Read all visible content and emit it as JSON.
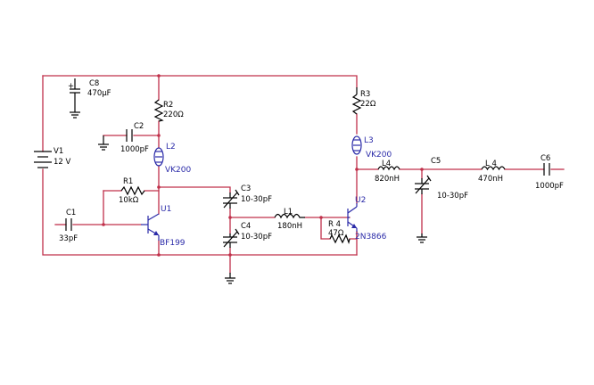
{
  "components": {
    "v1": {
      "ref": "V1",
      "value": "12 V"
    },
    "c8": {
      "ref": "C8",
      "value": "470µF"
    },
    "r2": {
      "ref": "R2",
      "value": "220Ω"
    },
    "c2": {
      "ref": "C2",
      "value": "1000pF"
    },
    "l2": {
      "ref": "L2",
      "value": "VK200"
    },
    "r1": {
      "ref": "R1",
      "value": "10kΩ"
    },
    "c1": {
      "ref": "C1",
      "value": "33pF"
    },
    "u1": {
      "ref": "U1",
      "value": "BF199"
    },
    "c3": {
      "ref": "C3",
      "value": "10-30pF"
    },
    "c4": {
      "ref": "C4",
      "value": "10-30pF"
    },
    "l1": {
      "ref": "L1",
      "value": "180nH"
    },
    "r4": {
      "ref": "R 4",
      "value": "47Ω"
    },
    "r3": {
      "ref": "R3",
      "value": "22Ω"
    },
    "l3": {
      "ref": "L3",
      "value": "VK200"
    },
    "u2": {
      "ref": "U2",
      "value": "2N3866"
    },
    "l4a": {
      "ref": "L4",
      "value": "820nH"
    },
    "c5": {
      "ref": "C5",
      "value": "10-30pF"
    },
    "l4b": {
      "ref": "L 4",
      "value": "470nH"
    },
    "c6": {
      "ref": "C6",
      "value": "1000pF"
    }
  }
}
